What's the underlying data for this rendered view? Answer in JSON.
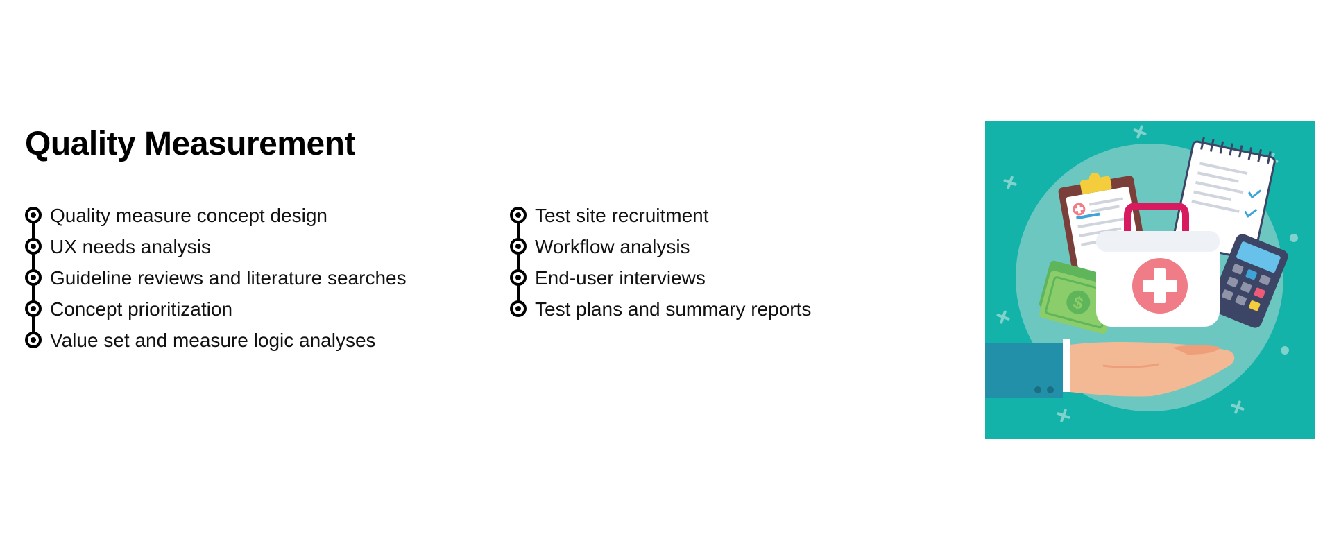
{
  "section": {
    "title": "Quality Measurement",
    "column_1": [
      "Quality measure concept design",
      "UX needs analysis",
      "Guideline reviews and literature searches",
      "Concept prioritization",
      "Value set and measure logic analyses"
    ],
    "column_2": [
      "Test site recruitment",
      "Workflow analysis",
      "End-user interviews",
      "Test plans and summary reports"
    ]
  },
  "colors": {
    "illustration_background": "#13b3a9",
    "illustration_circle": "#6bc7bf",
    "first_aid_cross_circle": "#ef7c86",
    "kit_handle": "#d81b5f",
    "sleeve": "#2290a9",
    "skin": "#f3b894",
    "bullet": "#000000"
  },
  "icons": [
    "bullet-ring-icon",
    "health-insurance-illustration"
  ]
}
